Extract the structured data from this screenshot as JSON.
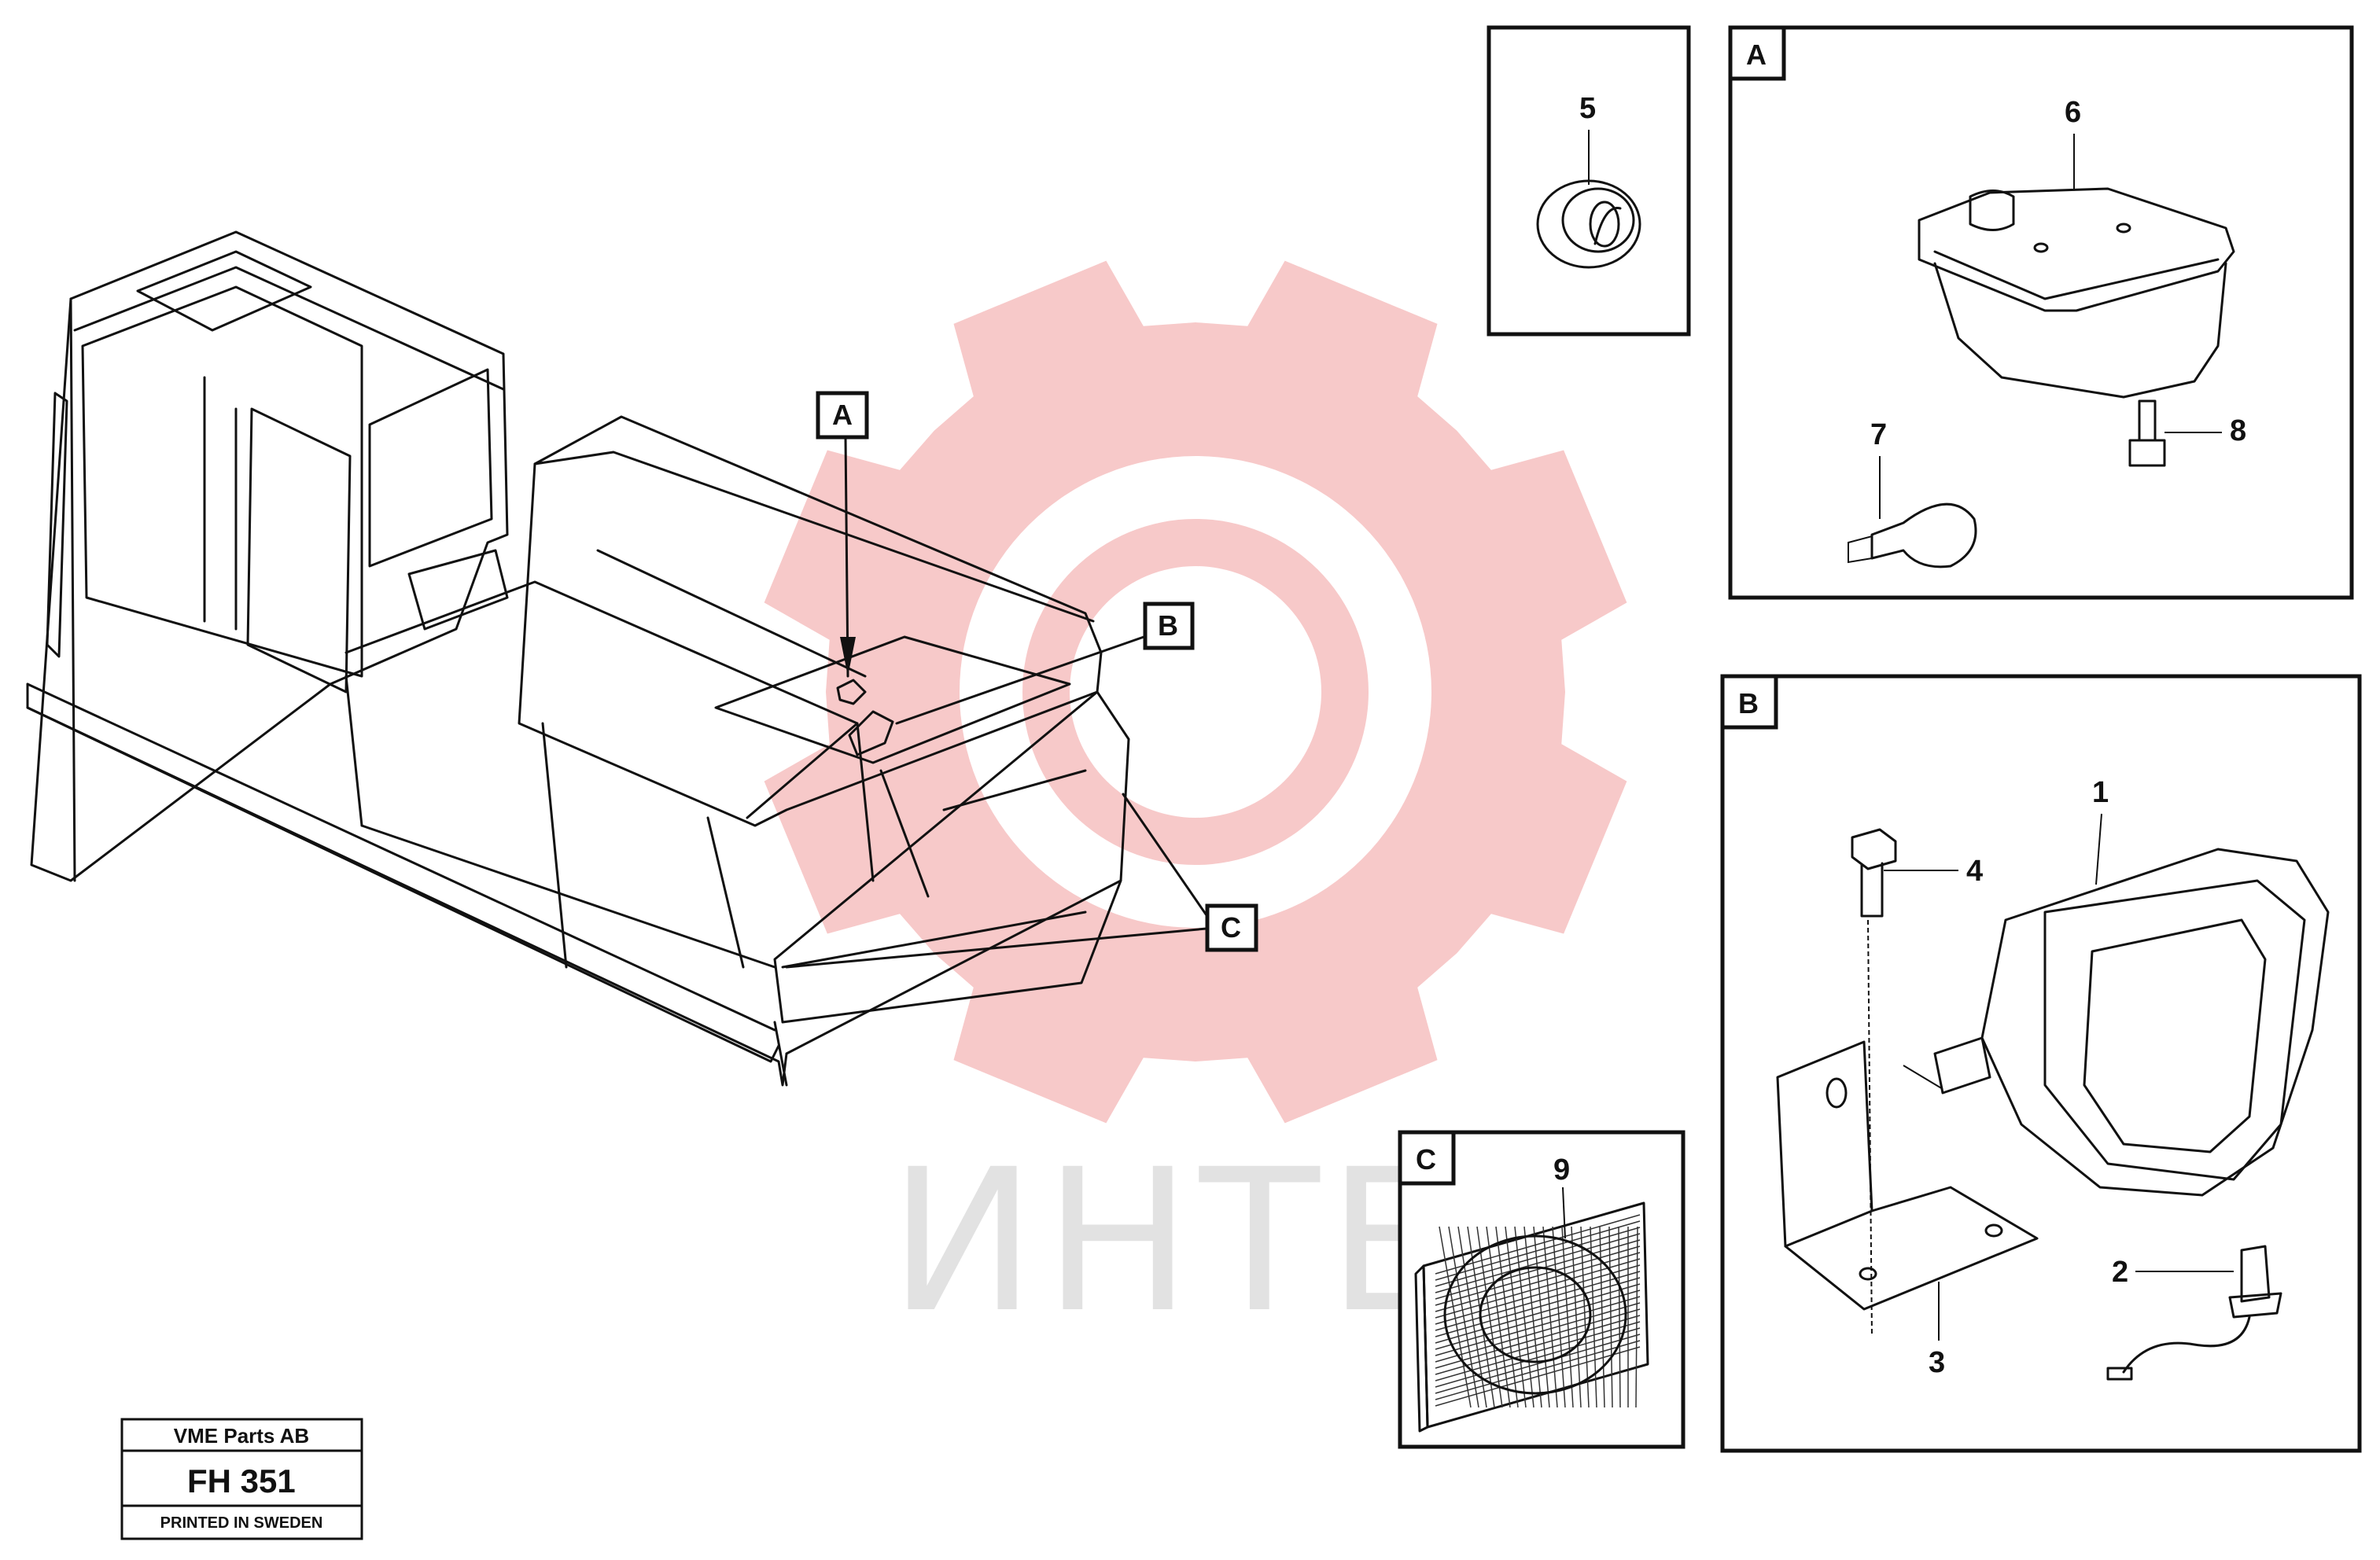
{
  "title_block": {
    "company": "VME Parts AB",
    "code": "FH 351",
    "footer": "PRINTED IN SWEDEN"
  },
  "watermark": {
    "text": "ИНТЕХ",
    "gear_color": "#f7c9c9",
    "text_color": "#e2e2e2"
  },
  "callouts": {
    "machine_a": "A",
    "machine_b": "B",
    "machine_c": "C"
  },
  "details": {
    "item5": {
      "number": "5"
    },
    "panel_a": {
      "tag": "A",
      "parts": [
        "6",
        "7",
        "8"
      ]
    },
    "panel_b": {
      "tag": "B",
      "parts": [
        "1",
        "4",
        "2",
        "3"
      ]
    },
    "panel_c": {
      "tag": "C",
      "parts": [
        "9"
      ]
    }
  }
}
